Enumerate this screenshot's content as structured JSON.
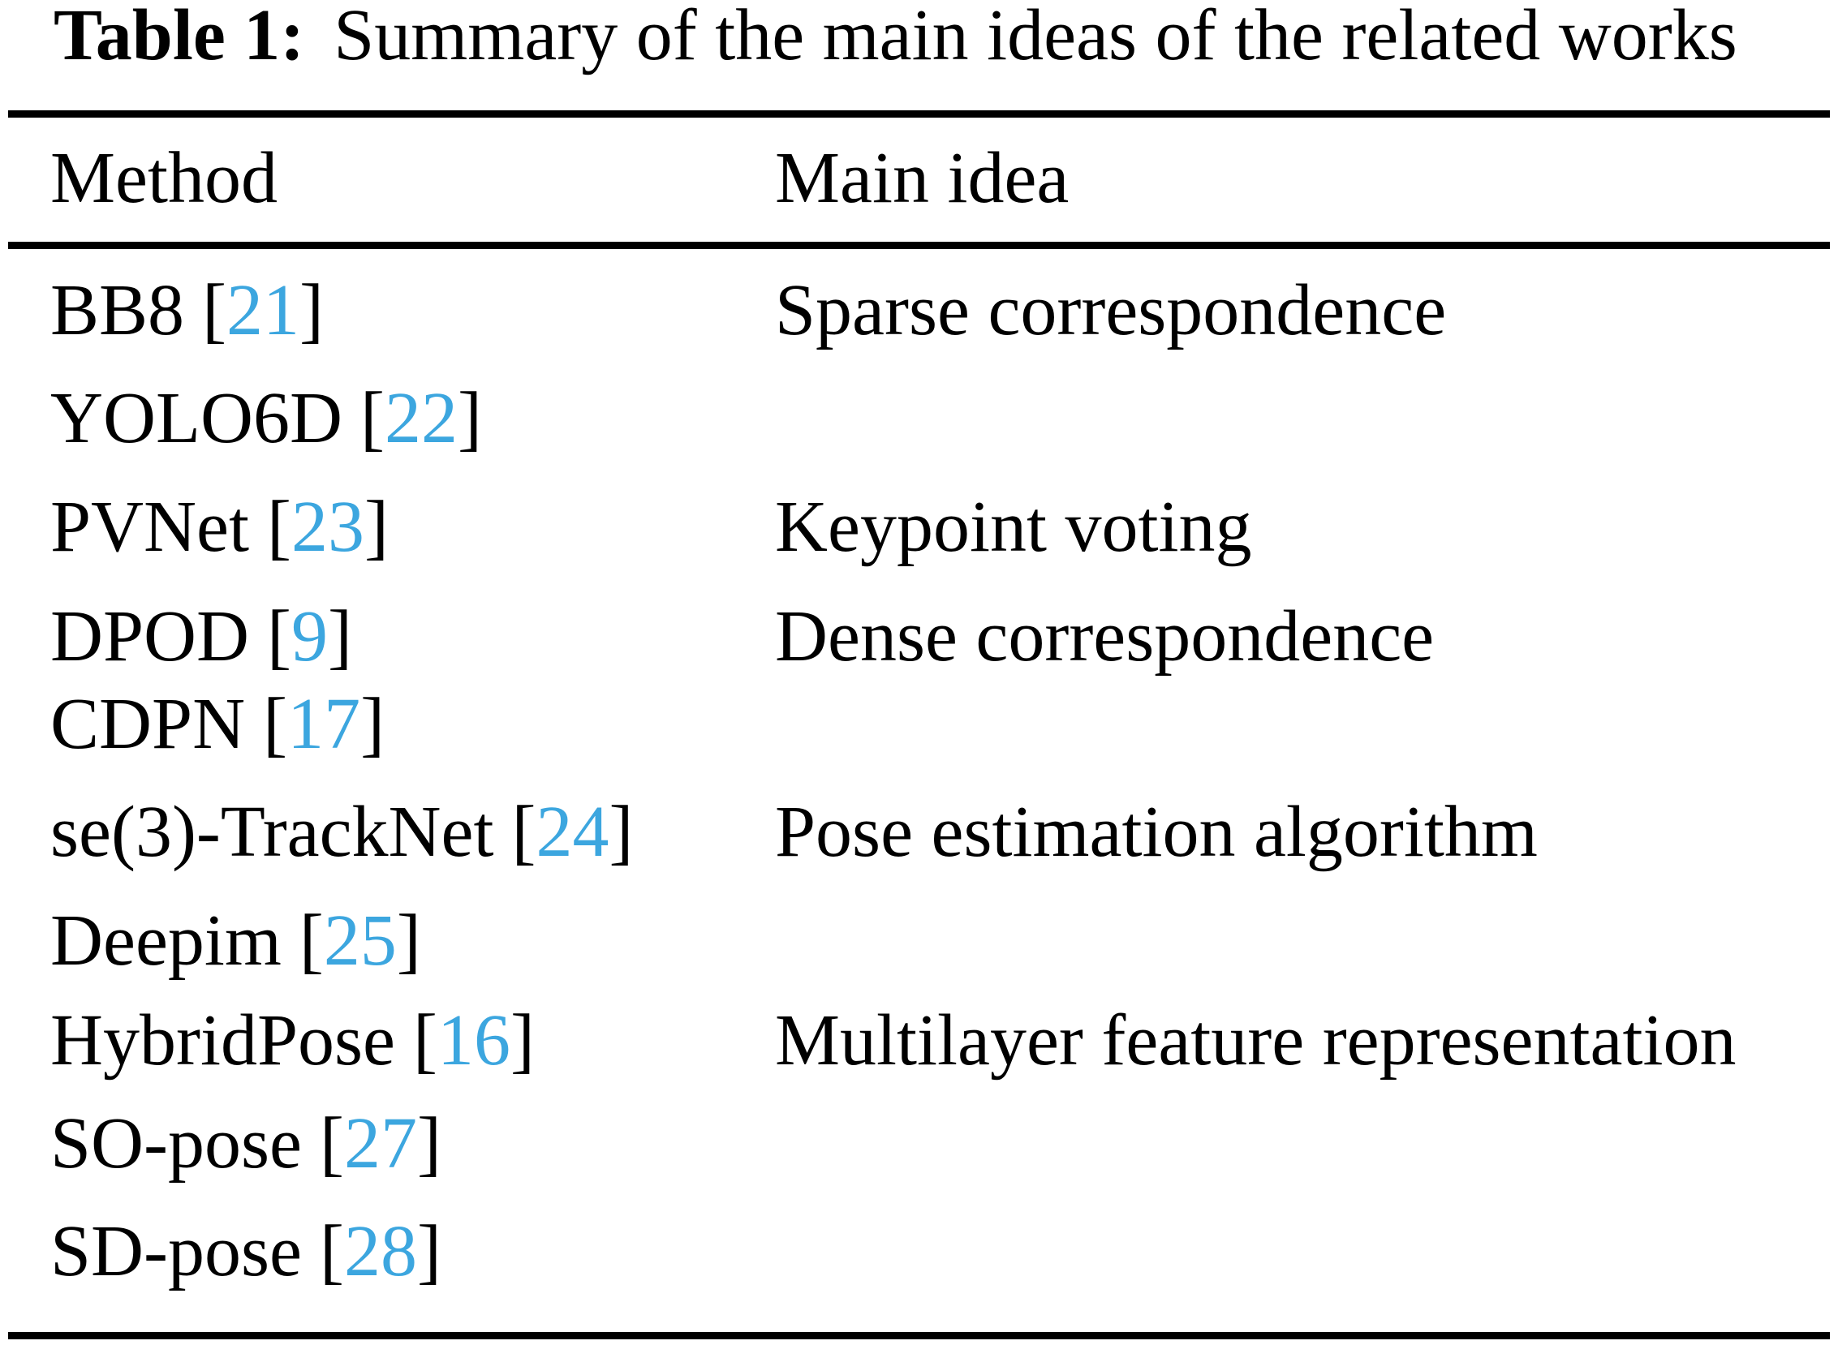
{
  "caption": {
    "label": "Table 1:",
    "text": "Summary of the main ideas of the related works"
  },
  "columns": [
    "Method",
    "Main idea"
  ],
  "rows": [
    {
      "method": "BB8",
      "ref": "21",
      "idea": "Sparse correspondence"
    },
    {
      "method": "YOLO6D",
      "ref": "22",
      "idea": ""
    },
    {
      "method": "PVNet",
      "ref": "23",
      "idea": "Keypoint voting"
    },
    {
      "method": "DPOD",
      "ref": "9",
      "idea": "Dense correspondence"
    },
    {
      "method": "CDPN",
      "ref": "17",
      "idea": ""
    },
    {
      "method": "se(3)-TrackNet",
      "ref": "24",
      "idea": "Pose estimation algorithm"
    },
    {
      "method": "Deepim",
      "ref": "25",
      "idea": ""
    },
    {
      "method": "HybridPose",
      "ref": "16",
      "idea": "Multilayer feature representation"
    },
    {
      "method": "SO-pose",
      "ref": "27",
      "idea": ""
    },
    {
      "method": "SD-pose",
      "ref": "28",
      "idea": ""
    }
  ],
  "colors": {
    "citation": "#3CA6DF",
    "text": "#000000",
    "rule": "#000000",
    "background": "#FFFFFF"
  }
}
